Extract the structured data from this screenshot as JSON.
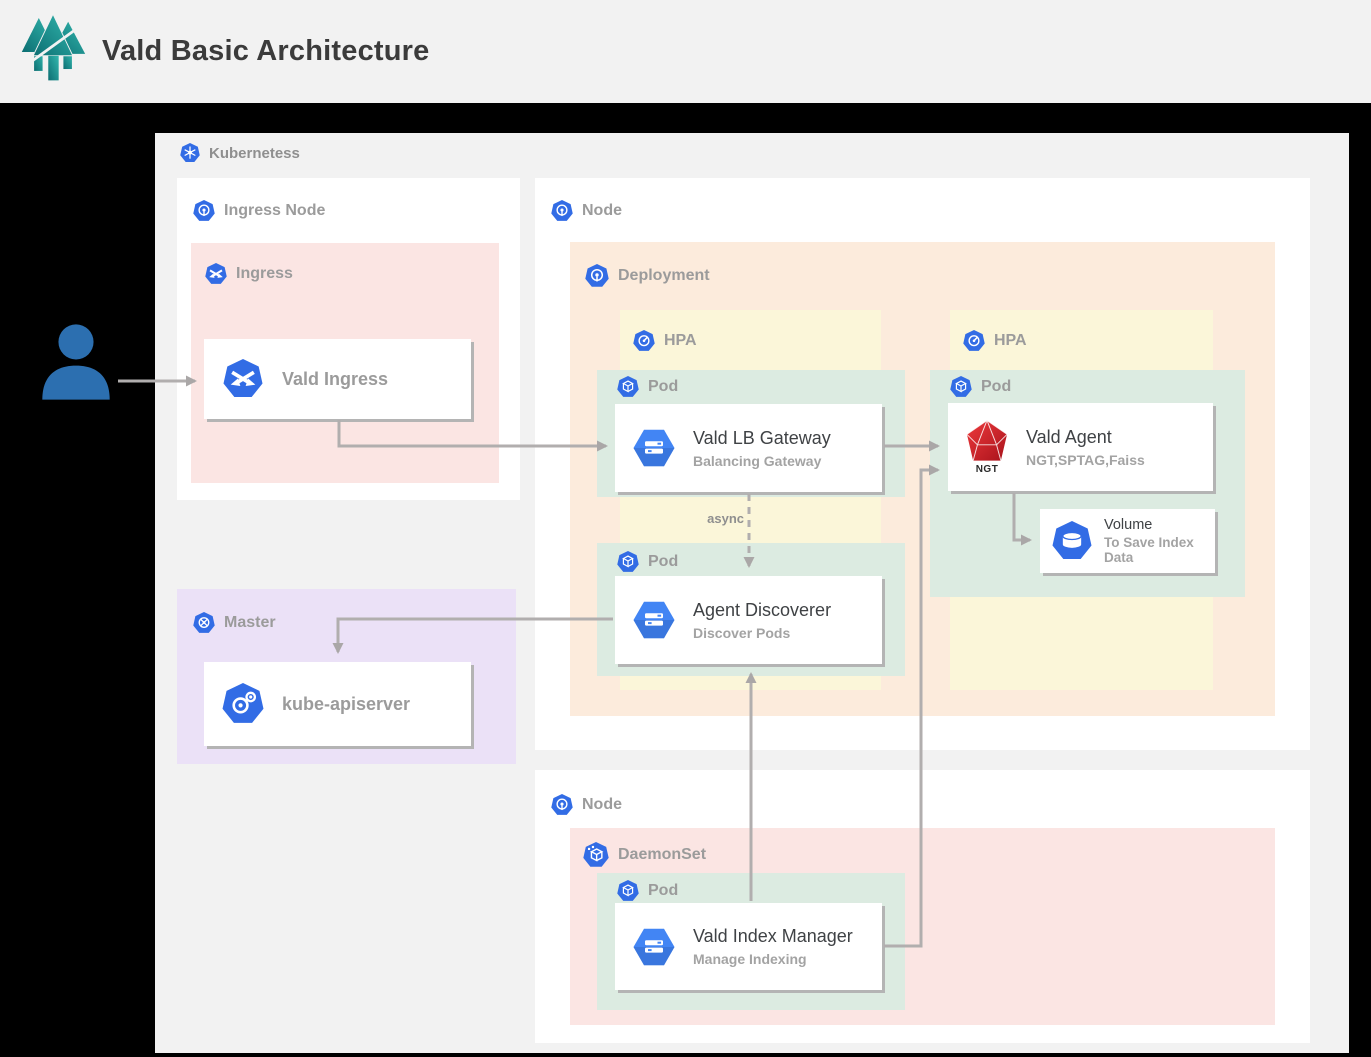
{
  "header": {
    "title": "Vald Basic Architecture",
    "logo_icon": "vald-trees-logo"
  },
  "kubernetes": {
    "label": "Kubernetess",
    "icon": "kubernetes-wheel-icon"
  },
  "user": {
    "icon": "person-icon"
  },
  "ingress_node": {
    "label": "Ingress Node",
    "icon": "node-icon",
    "ingress": {
      "label": "Ingress",
      "icon": "ingress-icon",
      "vald_ingress": {
        "title": "Vald Ingress",
        "icon": "ingress-icon"
      }
    }
  },
  "node_top": {
    "label": "Node",
    "icon": "node-icon",
    "deployment": {
      "label": "Deployment",
      "icon": "deployment-icon",
      "hpa_left": {
        "label": "HPA",
        "icon": "hpa-icon"
      },
      "hpa_right": {
        "label": "HPA",
        "icon": "hpa-icon"
      },
      "pod_gateway": {
        "label": "Pod",
        "icon": "pod-icon",
        "title": "Vald LB Gateway",
        "subtitle": "Balancing Gateway",
        "component_icon": "hexagon-service-icon"
      },
      "async_label": "async",
      "pod_discoverer": {
        "label": "Pod",
        "icon": "pod-icon",
        "title": "Agent Discoverer",
        "subtitle": "Discover Pods",
        "component_icon": "hexagon-service-icon"
      },
      "pod_agent": {
        "label": "Pod",
        "icon": "pod-icon",
        "title": "Vald Agent",
        "subtitle": "NGT,SPTAG,Faiss",
        "component_icon": "ngt-gem-icon",
        "icon_caption": "NGT",
        "volume": {
          "title": "Volume",
          "subtitle": "To Save Index Data",
          "icon": "volume-icon"
        }
      }
    }
  },
  "master": {
    "label": "Master",
    "icon": "controller-manager-icon",
    "api_server": {
      "title": "kube-apiserver",
      "icon": "api-server-icon"
    }
  },
  "node_bottom": {
    "label": "Node",
    "icon": "node-icon",
    "daemonset": {
      "label": "DaemonSet",
      "icon": "daemonset-icon",
      "pod_index_manager": {
        "label": "Pod",
        "icon": "pod-icon",
        "title": "Vald Index Manager",
        "subtitle": "Manage Indexing",
        "component_icon": "hexagon-service-icon"
      }
    }
  },
  "colors": {
    "kubernetes_blue": "#326ce5",
    "service_hexagon_blue": "#4285f4",
    "ngt_red": "#c41a20",
    "person_blue": "#2c6fb0",
    "brand_teal": "#17918c",
    "region_pink": "#fbe5e3",
    "region_peach": "#fcebdc",
    "region_yellow": "#fbf6d9",
    "region_green": "#dcebe1",
    "region_lavender": "#ebe1f7",
    "arrow_gray": "#b1aeae",
    "container_gray": "#f2f2f2"
  }
}
